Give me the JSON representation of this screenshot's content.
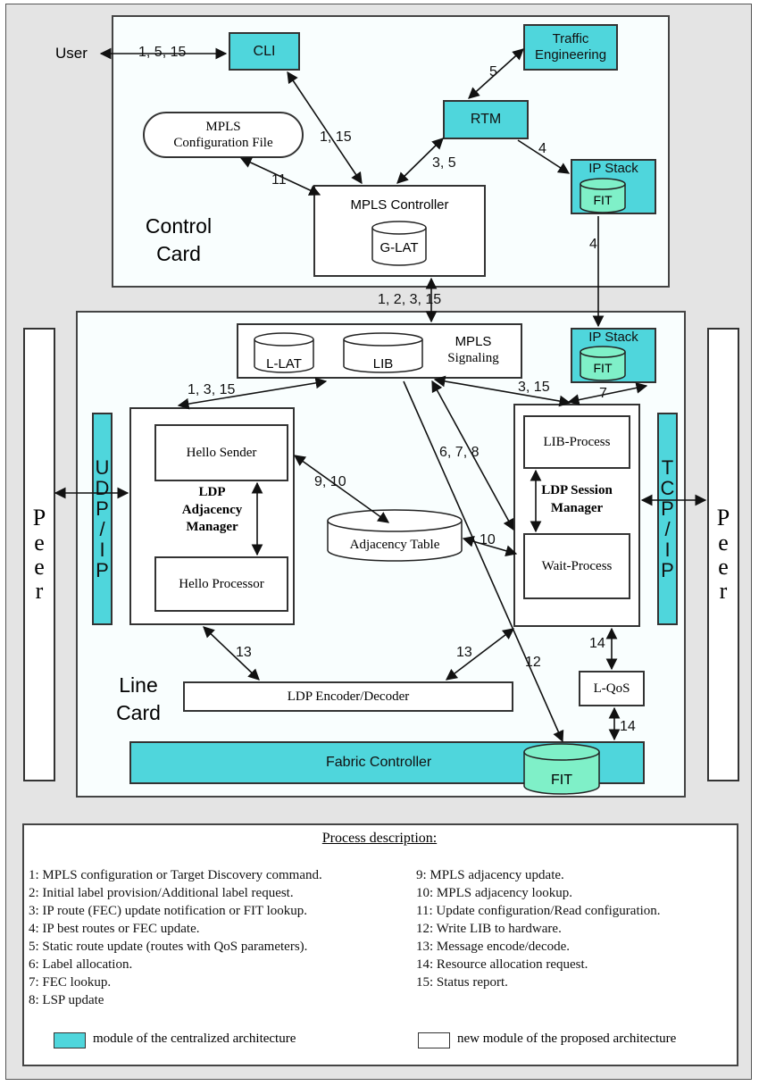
{
  "control_card": {
    "label_line1": "Control",
    "label_line2": "Card"
  },
  "line_card": {
    "label_line1": "Line",
    "label_line2": "Card"
  },
  "user": "User",
  "modules": {
    "cli": "CLI",
    "traffic_eng_line1": "Traffic",
    "traffic_eng_line2": "Engineering",
    "rtm": "RTM",
    "ip_stack_top": "IP Stack",
    "fit_top": "FIT",
    "mpls_config_line1": "MPLS",
    "mpls_config_line2": "Configuration File",
    "mpls_controller": "MPLS Controller",
    "glat": "G-LAT",
    "llat": "L-LAT",
    "lib": "LIB",
    "mpls_signaling_line1": "MPLS",
    "mpls_signaling_line2": "Signaling",
    "ip_stack_line": "IP Stack",
    "fit_line": "FIT",
    "hello_sender": "Hello Sender",
    "hello_processor": "Hello Processor",
    "ldp_adj_line1": "LDP",
    "ldp_adj_line2": "Adjacency",
    "ldp_adj_line3": "Manager",
    "adjacency_table": "Adjacency Table",
    "lib_process": "LIB-Process",
    "wait_process": "Wait-Process",
    "ldp_session_line1": "LDP Session",
    "ldp_session_line2": "Manager",
    "udp_ip": [
      "U",
      "D",
      "P",
      "/",
      "I",
      "P"
    ],
    "tcp_ip": [
      "T",
      "C",
      "P",
      "/",
      "I",
      "P"
    ],
    "peer_left": [
      "P",
      "e",
      "e",
      "r"
    ],
    "peer_right": [
      "P",
      "e",
      "e",
      "r"
    ],
    "ldp_codec": "LDP Encoder/Decoder",
    "lqos": "L-QoS",
    "fabric_controller": "Fabric Controller",
    "fit_fabric": "FIT"
  },
  "arrow_labels": {
    "user_cli": "1, 5, 15",
    "cli_ctrl": "1, 15",
    "te_rtm": "5",
    "rtm_ctrl": "3, 5",
    "rtm_ipstack": "4",
    "config_ctrl": "11",
    "ipstack_down": "4",
    "ctrl_signal": "1, 2, 3, 15",
    "sig_adj": "1, 3, 15",
    "sig_session": "3, 15",
    "ipstack_session": "7",
    "sender_table": "9, 10",
    "lib_wait": "6, 7, 8",
    "table_wait": "10",
    "adj_codec": "13",
    "session_codec": "13",
    "lib_fit": "12",
    "session_lqos": "14",
    "lqos_fabric": "14"
  },
  "process_description": {
    "title": "Process description:",
    "left": [
      "1: MPLS configuration or Target Discovery command.",
      "2: Initial label provision/Additional label request.",
      "3: IP route (FEC) update notification or FIT lookup.",
      "4: IP best routes or  FEC update.",
      "5: Static route update (routes with QoS parameters).",
      "6: Label allocation.",
      "7: FEC lookup.",
      "8: LSP update"
    ],
    "right": [
      "9: MPLS adjacency update.",
      "10: MPLS adjacency lookup.",
      "11: Update configuration/Read configuration.",
      "12: Write LIB to hardware.",
      "13: Message encode/decode.",
      "14: Resource allocation request.",
      "15: Status report."
    ],
    "legend_teal": "module of the centralized architecture",
    "legend_white": "new module of the proposed architecture"
  },
  "colors": {
    "teal": "#4fd6dc",
    "fit_green": "#7ff0c8",
    "panel": "#f9fefe",
    "outer": "#e4e4e4"
  }
}
